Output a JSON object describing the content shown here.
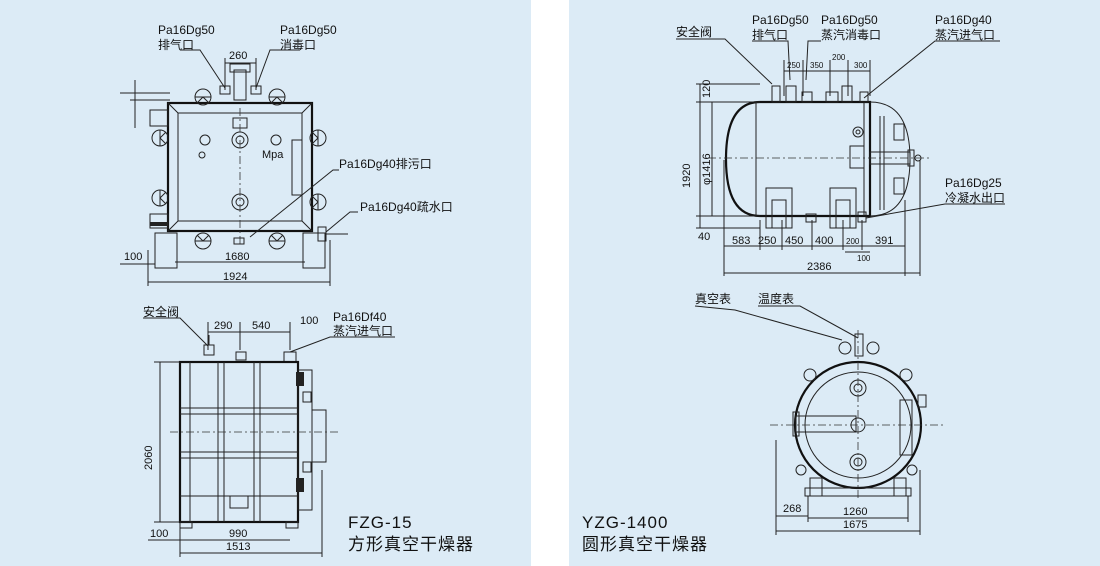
{
  "left": {
    "top_view": {
      "labels": {
        "exhaust_spec": "Pa16Dg50",
        "exhaust_port": "排气口",
        "sterilize_spec": "Pa16Dg50",
        "sterilize_port": "消毒口",
        "drain_port": "Pa16Dg40排污口",
        "water_port": "Pa16Dg40疏水口",
        "gauge": "Mpa"
      },
      "dims": {
        "d260": "260",
        "d1680": "1680",
        "d1924": "1924",
        "d100": "100"
      }
    },
    "front_view": {
      "labels": {
        "safety_valve": "安全阀",
        "steam_spec": "Pa16Df40",
        "steam_port": "蒸汽进气口"
      },
      "dims": {
        "d290": "290",
        "d540": "540",
        "d100": "100",
        "d2060": "2060",
        "d990": "990",
        "d100b": "100",
        "d1513": "1513"
      }
    },
    "title_model": "FZG-15",
    "title_name": "方形真空干燥器"
  },
  "right": {
    "side_view": {
      "labels": {
        "safety_valve": "安全阀",
        "exhaust_spec": "Pa16Dg50",
        "exhaust_port": "排气口",
        "sterilize_spec": "Pa16Dg50",
        "sterilize_port": "蒸汽消毒口",
        "steam_spec": "Pa16Dg40",
        "steam_port": "蒸汽进气口",
        "condensate_spec": "Pa16Dg25",
        "condensate_port": "冷凝水出口"
      },
      "dims": {
        "d250": "250",
        "d350": "350",
        "d200": "200",
        "d300": "300",
        "d120": "120",
        "d1920": "1920",
        "d1416": "φ1416",
        "d40": "40",
        "d583": "583",
        "d250b": "250",
        "d450": "450",
        "d400": "400",
        "d200b": "200",
        "d391": "391",
        "d100": "100",
        "d2386": "2386"
      }
    },
    "end_view": {
      "labels": {
        "vacuum_gauge": "真空表",
        "thermometer": "温度表"
      },
      "dims": {
        "d268": "268",
        "d1260": "1260",
        "d1675": "1675"
      }
    },
    "title_model": "YZG-1400",
    "title_name": "圆形真空干燥器"
  }
}
